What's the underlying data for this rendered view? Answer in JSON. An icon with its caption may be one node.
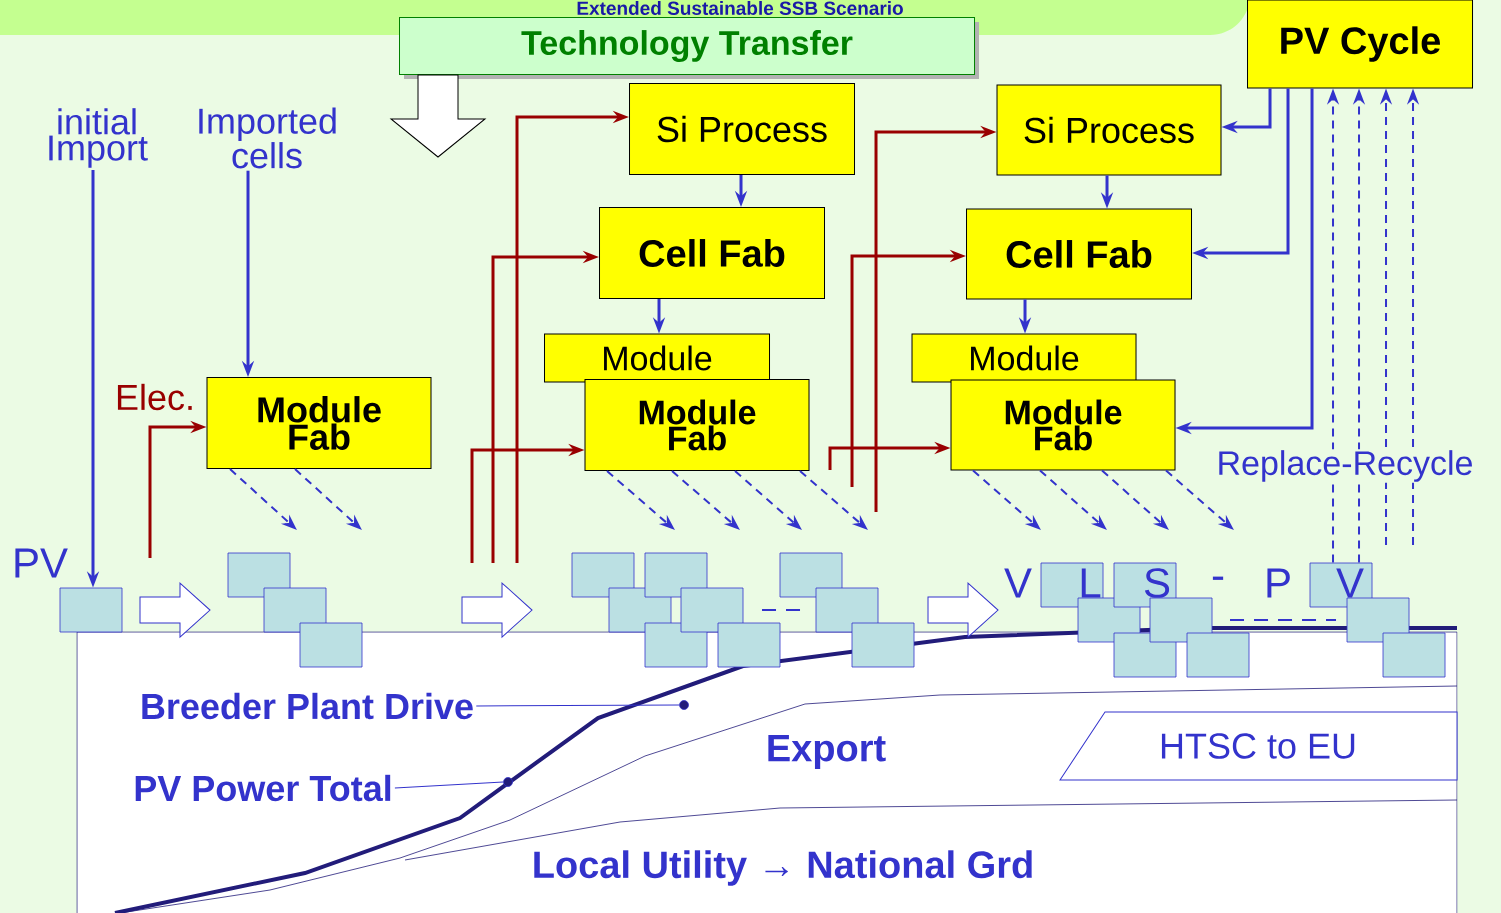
{
  "diagram": {
    "title": "Extended Sustainable SSB Scenario",
    "nodes": [
      {
        "text": [
          "Technology Transfer"
        ]
      },
      {
        "text": [
          "PV Cycle"
        ]
      },
      {
        "text": [
          "initial Import"
        ]
      },
      {
        "text": [
          "Imported cells"
        ]
      },
      {
        "text": [
          "Module Fab"
        ]
      },
      {
        "text": [
          "Si Process"
        ]
      },
      {
        "text": [
          "Cell Fab"
        ]
      },
      {
        "text": [
          "Module"
        ]
      },
      {
        "text": [
          "Module Fab"
        ]
      },
      {
        "text": [
          "Si Process"
        ]
      },
      {
        "text": [
          "Cell Fab"
        ]
      },
      {
        "text": [
          "Module"
        ]
      },
      {
        "text": [
          "Module Fab"
        ]
      },
      {
        "text": [
          "Breeder Plant Drive"
        ]
      },
      {
        "text": [
          "PV Power Total"
        ]
      },
      {
        "text": [
          "HTSC to EU"
        ]
      },
      {
        "text": [],
        "shape": "box"
      },
      {
        "text": [],
        "shape": "box"
      },
      {
        "text": [],
        "shape": "box"
      },
      {
        "text": [],
        "shape": "box"
      },
      {
        "text": [],
        "shape": "box"
      },
      {
        "text": [],
        "shape": "box"
      },
      {
        "text": [],
        "shape": "box"
      },
      {
        "text": [],
        "shape": "box"
      },
      {
        "text": [],
        "shape": "box"
      },
      {
        "text": [],
        "shape": "box"
      },
      {
        "text": [],
        "shape": "box"
      },
      {
        "text": [],
        "shape": "box"
      },
      {
        "text": [],
        "shape": "box"
      },
      {
        "text": [],
        "shape": "box"
      },
      {
        "text": [],
        "shape": "box"
      },
      {
        "text": [],
        "shape": "box"
      },
      {
        "text": [],
        "shape": "box"
      },
      {
        "text": [],
        "shape": "box"
      },
      {
        "text": [],
        "shape": "box"
      },
      {
        "text": [],
        "shape": "box"
      },
      {
        "text": [],
        "shape": "box"
      },
      {
        "text": [],
        "shape": "box"
      },
      {
        "text": [],
        "shape": "circle"
      },
      {
        "text": [],
        "shape": "circle"
      }
    ],
    "edges": [
      {
        "from": 0,
        "to": null,
        "arrow": "to",
        "style": "thick"
      },
      {
        "from": 2,
        "to": 16,
        "arrow": "to"
      },
      {
        "from": 3,
        "to": 4,
        "arrow": "to"
      },
      {
        "from": null,
        "to": 4,
        "arrow": "to",
        "label": "Elec.",
        "color": "#990000"
      },
      {
        "from": null,
        "to": 8,
        "arrow": "to",
        "color": "#990000"
      },
      {
        "from": null,
        "to": 6,
        "arrow": "to",
        "color": "#990000"
      },
      {
        "from": null,
        "to": 5,
        "arrow": "to",
        "color": "#990000"
      },
      {
        "from": 5,
        "to": 6,
        "arrow": "to"
      },
      {
        "from": 6,
        "to": 7,
        "arrow": "to"
      },
      {
        "from": null,
        "to": 12,
        "arrow": "to",
        "color": "#990000"
      },
      {
        "from": null,
        "to": 10,
        "arrow": "to",
        "color": "#990000"
      },
      {
        "from": null,
        "to": 9,
        "arrow": "to",
        "color": "#990000"
      },
      {
        "from": 9,
        "to": 10,
        "arrow": "to"
      },
      {
        "from": 10,
        "to": 11,
        "arrow": "to"
      },
      {
        "from": 1,
        "to": 9,
        "arrow": "to"
      },
      {
        "from": 1,
        "to": 10,
        "arrow": "to"
      },
      {
        "from": 1,
        "to": 12,
        "arrow": "to"
      },
      {
        "from": 35,
        "to": 1,
        "arrow": "to",
        "style": "dashed"
      },
      {
        "from": 35,
        "to": 1,
        "arrow": "to",
        "style": "dashed"
      },
      {
        "from": null,
        "to": 1,
        "arrow": "to",
        "style": "dashed"
      },
      {
        "from": null,
        "to": 1,
        "arrow": "to",
        "style": "dashed"
      },
      {
        "from": 4,
        "to": null,
        "arrow": "to",
        "style": "dashed"
      },
      {
        "from": 4,
        "to": null,
        "arrow": "to",
        "style": "dashed"
      },
      {
        "from": 8,
        "to": null,
        "arrow": "to",
        "style": "dashed"
      },
      {
        "from": 8,
        "to": null,
        "arrow": "to",
        "style": "dashed"
      },
      {
        "from": 8,
        "to": null,
        "arrow": "to",
        "style": "dashed"
      },
      {
        "from": 8,
        "to": null,
        "arrow": "to",
        "style": "dashed"
      },
      {
        "from": 12,
        "to": null,
        "arrow": "to",
        "style": "dashed"
      },
      {
        "from": 12,
        "to": null,
        "arrow": "to",
        "style": "dashed"
      },
      {
        "from": 12,
        "to": null,
        "arrow": "to",
        "style": "dashed"
      },
      {
        "from": 12,
        "to": null,
        "arrow": "to",
        "style": "dashed"
      },
      {
        "from": 13,
        "to": 38,
        "arrow": "none"
      },
      {
        "from": 14,
        "to": 39,
        "arrow": "none"
      },
      {
        "from": 16,
        "to": 18,
        "arrow": "to",
        "style": "thick"
      },
      {
        "from": null,
        "to": 20,
        "arrow": "to",
        "style": "thick"
      },
      {
        "from": 27,
        "to": 30,
        "arrow": "to",
        "style": "thick"
      }
    ],
    "labels": [
      "PV",
      "V",
      "L",
      "S",
      "-",
      "P",
      "V",
      "Replace-Recycle",
      "Export",
      "Local Utility → National Grd"
    ]
  }
}
